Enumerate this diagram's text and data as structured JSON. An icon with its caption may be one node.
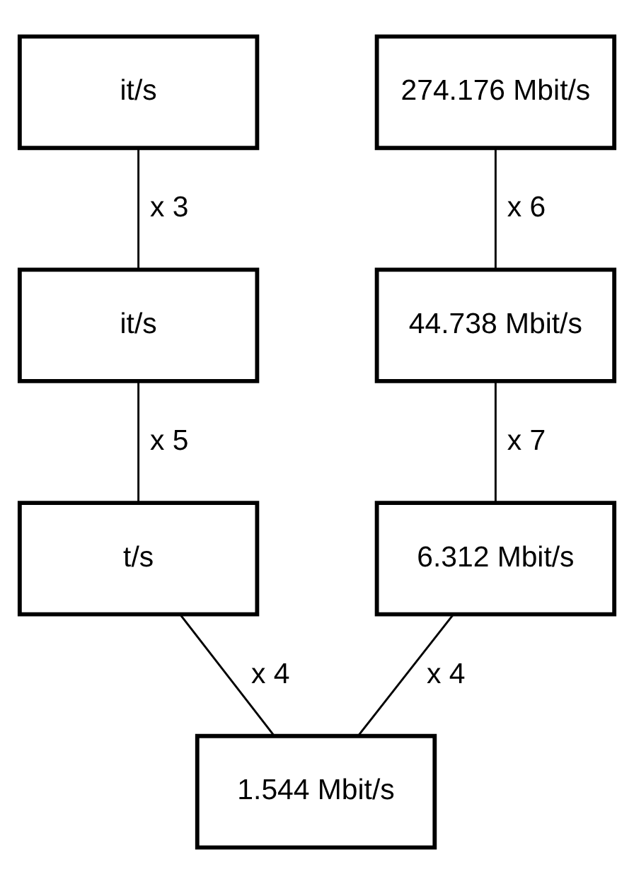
{
  "diagram": {
    "nodes": [
      {
        "text": [
          "it/s"
        ]
      },
      {
        "text": [
          "274.176 Mbit/s"
        ]
      },
      {
        "text": [
          "it/s"
        ]
      },
      {
        "text": [
          "44.738 Mbit/s"
        ]
      },
      {
        "text": [
          "t/s"
        ]
      },
      {
        "text": [
          "6.312 Mbit/s"
        ]
      },
      {
        "text": [
          "1.544 Mbit/s"
        ]
      }
    ],
    "edges": [
      {
        "from": 0,
        "to": 2,
        "arrow": "none",
        "label": "x 3"
      },
      {
        "from": 1,
        "to": 3,
        "arrow": "none",
        "label": "x 6"
      },
      {
        "from": 2,
        "to": 4,
        "arrow": "none",
        "label": "x 5"
      },
      {
        "from": 3,
        "to": 5,
        "arrow": "none",
        "label": "x 7"
      },
      {
        "from": 4,
        "to": 6,
        "arrow": "none",
        "label": "x 4"
      },
      {
        "from": 5,
        "to": 6,
        "arrow": "none",
        "label": "x 4"
      }
    ]
  }
}
